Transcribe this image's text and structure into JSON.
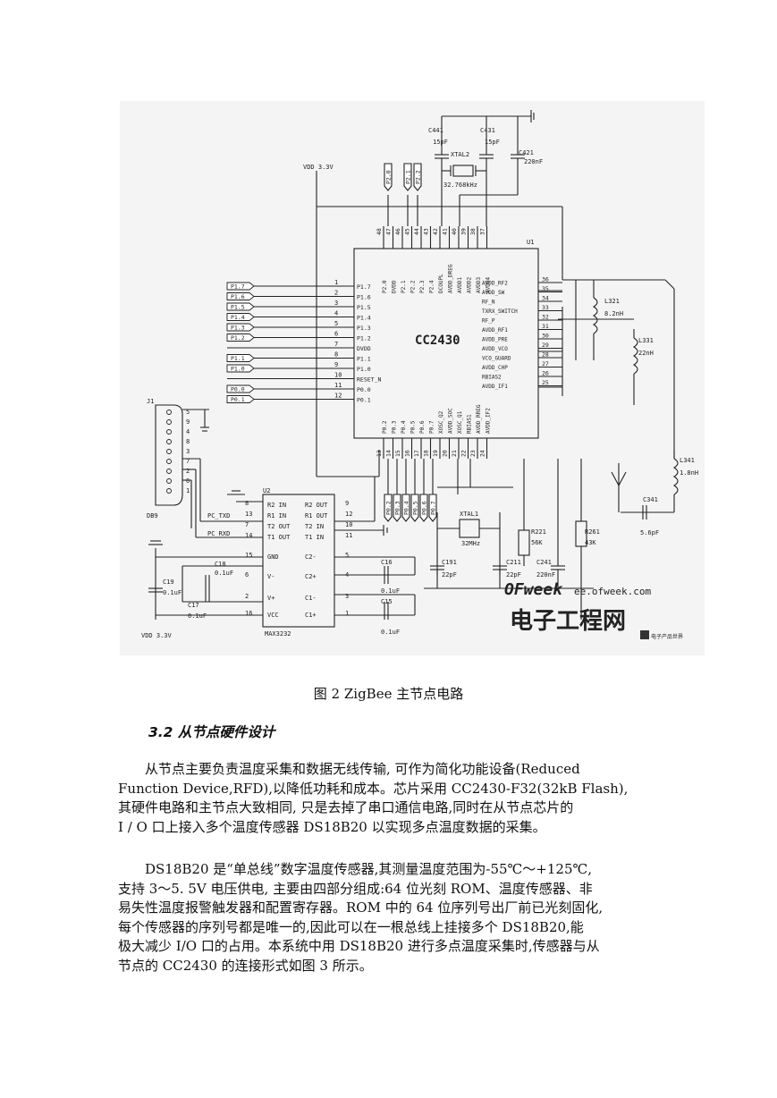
{
  "figure": {
    "chip_name": "CC2430",
    "u1_label": "U1",
    "u2_label": "U2",
    "u2_part": "MAX3232",
    "j1_label": "J1",
    "db9_label": "DB9",
    "vdd_top": "VDD 3.3V",
    "vdd_bottom": "VDD 3.3V",
    "top_pins": [
      "48",
      "47",
      "46",
      "45",
      "44",
      "43",
      "42",
      "41",
      "40",
      "39",
      "38",
      "37"
    ],
    "top_pin_names": [
      "P2.0",
      "DVDD",
      "P2.1",
      "P2.2",
      "P2.3",
      "P2.4",
      "DCOUPL",
      "AVDD_DREG",
      "AVDD1",
      "AVDD2",
      "AVDD3",
      "AVDD4"
    ],
    "left_pins": [
      "1",
      "2",
      "3",
      "4",
      "5",
      "6",
      "7",
      "8",
      "9",
      "10",
      "11",
      "12"
    ],
    "left_pin_names": [
      "P1.7",
      "P1.6",
      "P1.5",
      "P1.4",
      "P1.3",
      "P1.2",
      "DVDD",
      "P1.1",
      "P1.0",
      "RESET_N",
      "P0.0",
      "P0.1"
    ],
    "left_nets": [
      "P1.7",
      "P1.6",
      "P1.5",
      "P1.4",
      "P1.3",
      "P1.2",
      "",
      "P1.1",
      "P1.0",
      "",
      "P0.0",
      "P0.1"
    ],
    "right_pins": [
      "36",
      "35",
      "34",
      "33",
      "32",
      "31",
      "30",
      "29",
      "28",
      "27",
      "26",
      "25"
    ],
    "right_pin_names": [
      "AVDD_RF2",
      "AVDD_SW",
      "RF_N",
      "TXRX_SWITCH",
      "RF_P",
      "AVDD_RF1",
      "AVDD_PRE",
      "AVDD_VCO",
      "VCO_GUARD",
      "AVDD_CHP",
      "RBIAS2",
      "AVDD_IF1"
    ],
    "bottom_pins": [
      "13",
      "14",
      "15",
      "16",
      "17",
      "18",
      "19",
      "20",
      "21",
      "22",
      "23",
      "24"
    ],
    "bottom_pin_names": [
      "P0.2",
      "P0.3",
      "P0.4",
      "P0.5",
      "P0.6",
      "P0.7",
      "XOSC_Q2",
      "AVDD_SOC",
      "XOSC_Q1",
      "RBIAS1",
      "AVDD_RREG",
      "AVDD_IF2"
    ],
    "top_nets": [
      "P2.0",
      "P2.1",
      "P2.2"
    ],
    "bottom_nets": [
      "P0.2",
      "P0.3",
      "P0.4",
      "P0.5",
      "P0.6",
      "P0.7"
    ],
    "caps_top": [
      {
        "ref": "C441",
        "val": "15pF"
      },
      {
        "ref": "C431",
        "val": "15pF"
      },
      {
        "ref": "C421",
        "val": "220nF"
      }
    ],
    "xtal2": {
      "ref": "XTAL2",
      "val": "32.768kHz"
    },
    "xtal1": {
      "ref": "XTAL1",
      "val": "32MHz"
    },
    "inductors": [
      {
        "ref": "L321",
        "val": "8.2nH"
      },
      {
        "ref": "L331",
        "val": "22nH"
      },
      {
        "ref": "L341",
        "val": "1.8nH"
      }
    ],
    "c341": {
      "ref": "C341",
      "val": "5.6pF"
    },
    "resistors": [
      {
        "ref": "R221",
        "val": "56K"
      },
      {
        "ref": "R261",
        "val": "43K"
      }
    ],
    "caps_bottom": [
      {
        "ref": "C191",
        "val": "22pF"
      },
      {
        "ref": "C211",
        "val": "22pF"
      },
      {
        "ref": "C241",
        "val": "220nF"
      }
    ],
    "u2_left_pins": [
      "8",
      "13",
      "7",
      "14",
      "15",
      "6",
      "2",
      "16"
    ],
    "u2_left_names": [
      "R2 IN",
      "R1 IN",
      "T2 OUT",
      "T1 OUT",
      "GND",
      "V-",
      "V+",
      "VCC"
    ],
    "u2_right_pins": [
      "9",
      "12",
      "10",
      "11",
      "5",
      "4",
      "3",
      "1"
    ],
    "u2_right_names": [
      "R2 OUT",
      "R1 OUT",
      "T2 IN",
      "T1 IN",
      "C2-",
      "C2+",
      "C1-",
      "C1+"
    ],
    "serial_nets": [
      "PC_TXD",
      "PC_RXD"
    ],
    "u2_caps": [
      {
        "ref": "C18",
        "val": "0.1uF"
      },
      {
        "ref": "C19",
        "val": "0.1uF"
      },
      {
        "ref": "C17",
        "val": "0.1uF"
      },
      {
        "ref": "C16",
        "val": "0.1uF"
      },
      {
        "ref": "C15",
        "val": "0.1uF"
      }
    ],
    "db9_pins": [
      "5",
      "9",
      "4",
      "8",
      "3",
      "7",
      "2",
      "6",
      "1"
    ],
    "watermark_site": "ee.ofweek.com",
    "watermark_brand": "OFweek",
    "watermark_cn": "电子工程网",
    "watermark_corner": "电子产品世界"
  },
  "caption": "图 2 ZigBee 主节点电路",
  "section_title": "3.2 从节点硬件设计",
  "paragraph1": [
    "从节点主要负责温度采集和数据无线传输, 可作为简化功能设备(Reduced",
    "Function Device,RFD),以降低功耗和成本。芯片采用 CC2430-F32(32kB Flash),",
    "其硬件电路和主节点大致相同, 只是去掉了串口通信电路,同时在从节点芯片的",
    "I / O 口上接入多个温度传感器 DS18B20 以实现多点温度数据的采集。"
  ],
  "paragraph2": [
    "DS18B20 是“单总线”数字温度传感器,其测量温度范围为-55℃～+125℃,",
    "支持 3～5. 5V 电压供电, 主要由四部分组成:64 位光刻 ROM、温度传感器、非",
    "易失性温度报警触发器和配置寄存器。ROM 中的 64 位序列号出厂前已光刻固化,",
    "每个传感器的序列号都是唯一的,因此可以在一根总线上挂接多个 DS18B20,能",
    "极大减少 I/O 口的占用。本系统中用 DS18B20 进行多点温度采集时,传感器与从",
    "节点的 CC2430 的连接形式如图 3 所示。"
  ]
}
